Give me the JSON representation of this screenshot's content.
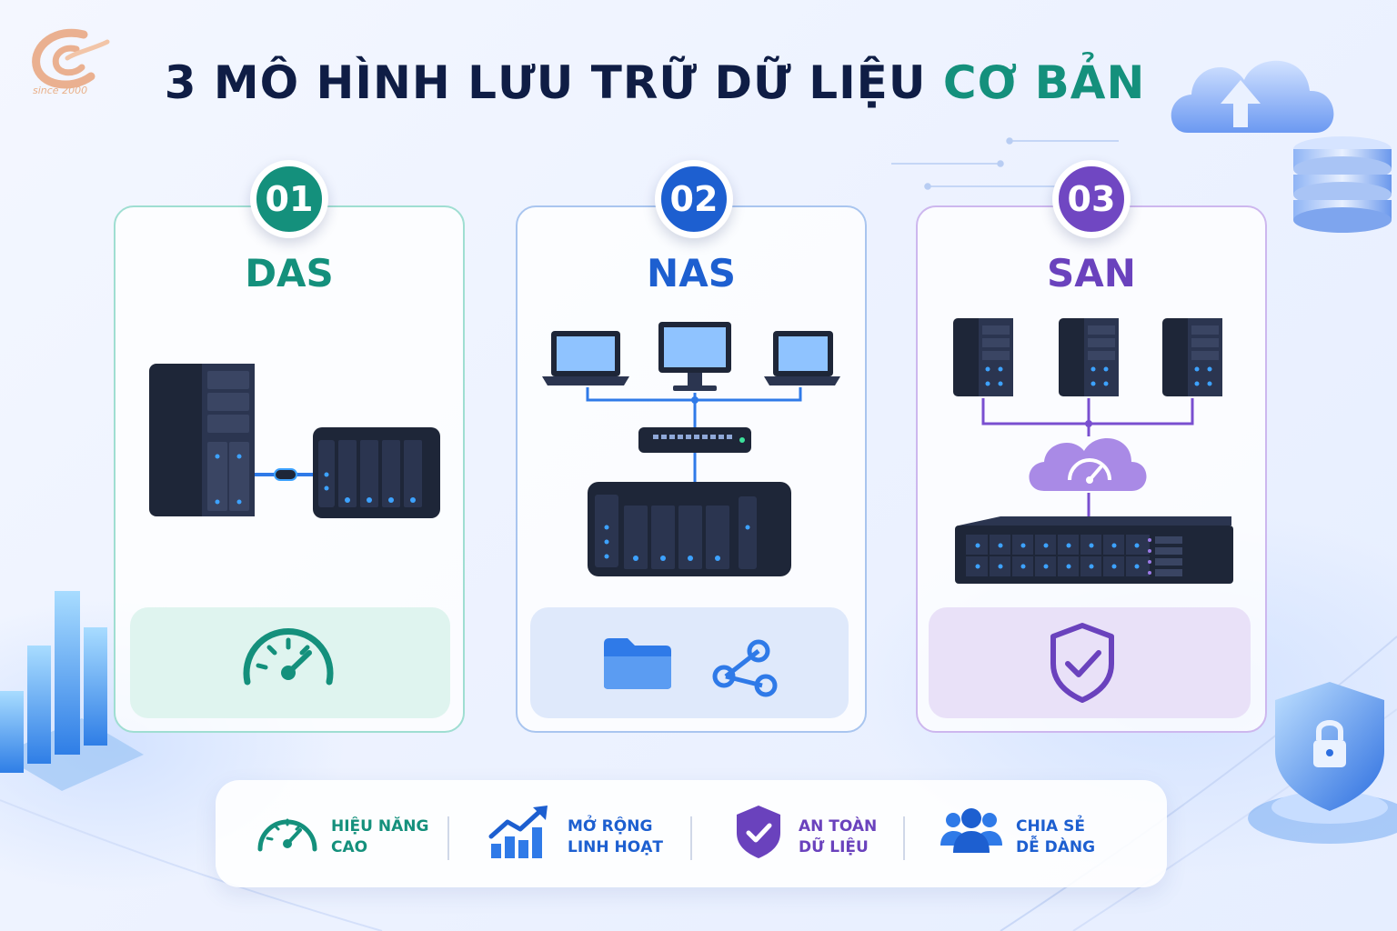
{
  "logo": {
    "caption": "since 2000"
  },
  "title": {
    "main": "3 MÔ HÌNH LƯU TRỮ DỮ LIỆU",
    "accent": "CƠ BẢN"
  },
  "models": [
    {
      "number": "01",
      "name": "DAS",
      "color": "#14907c"
    },
    {
      "number": "02",
      "name": "NAS",
      "color": "#1d5fd0"
    },
    {
      "number": "03",
      "name": "SAN",
      "color": "#6a42bd"
    }
  ],
  "features": [
    {
      "line1": "HIỆU NĂNG",
      "line2": "CAO",
      "icon": "speedometer-icon",
      "color": "#14907c"
    },
    {
      "line1": "MỞ RỘNG",
      "line2": "LINH HOẠT",
      "icon": "growth-chart-icon",
      "color": "#1d5fd0"
    },
    {
      "line1": "AN TOÀN",
      "line2": "DỮ LIỆU",
      "icon": "shield-check-icon",
      "color": "#6a42bd"
    },
    {
      "line1": "CHIA SẺ",
      "line2": "DỄ DÀNG",
      "icon": "users-icon",
      "color": "#1d5fd0"
    }
  ]
}
